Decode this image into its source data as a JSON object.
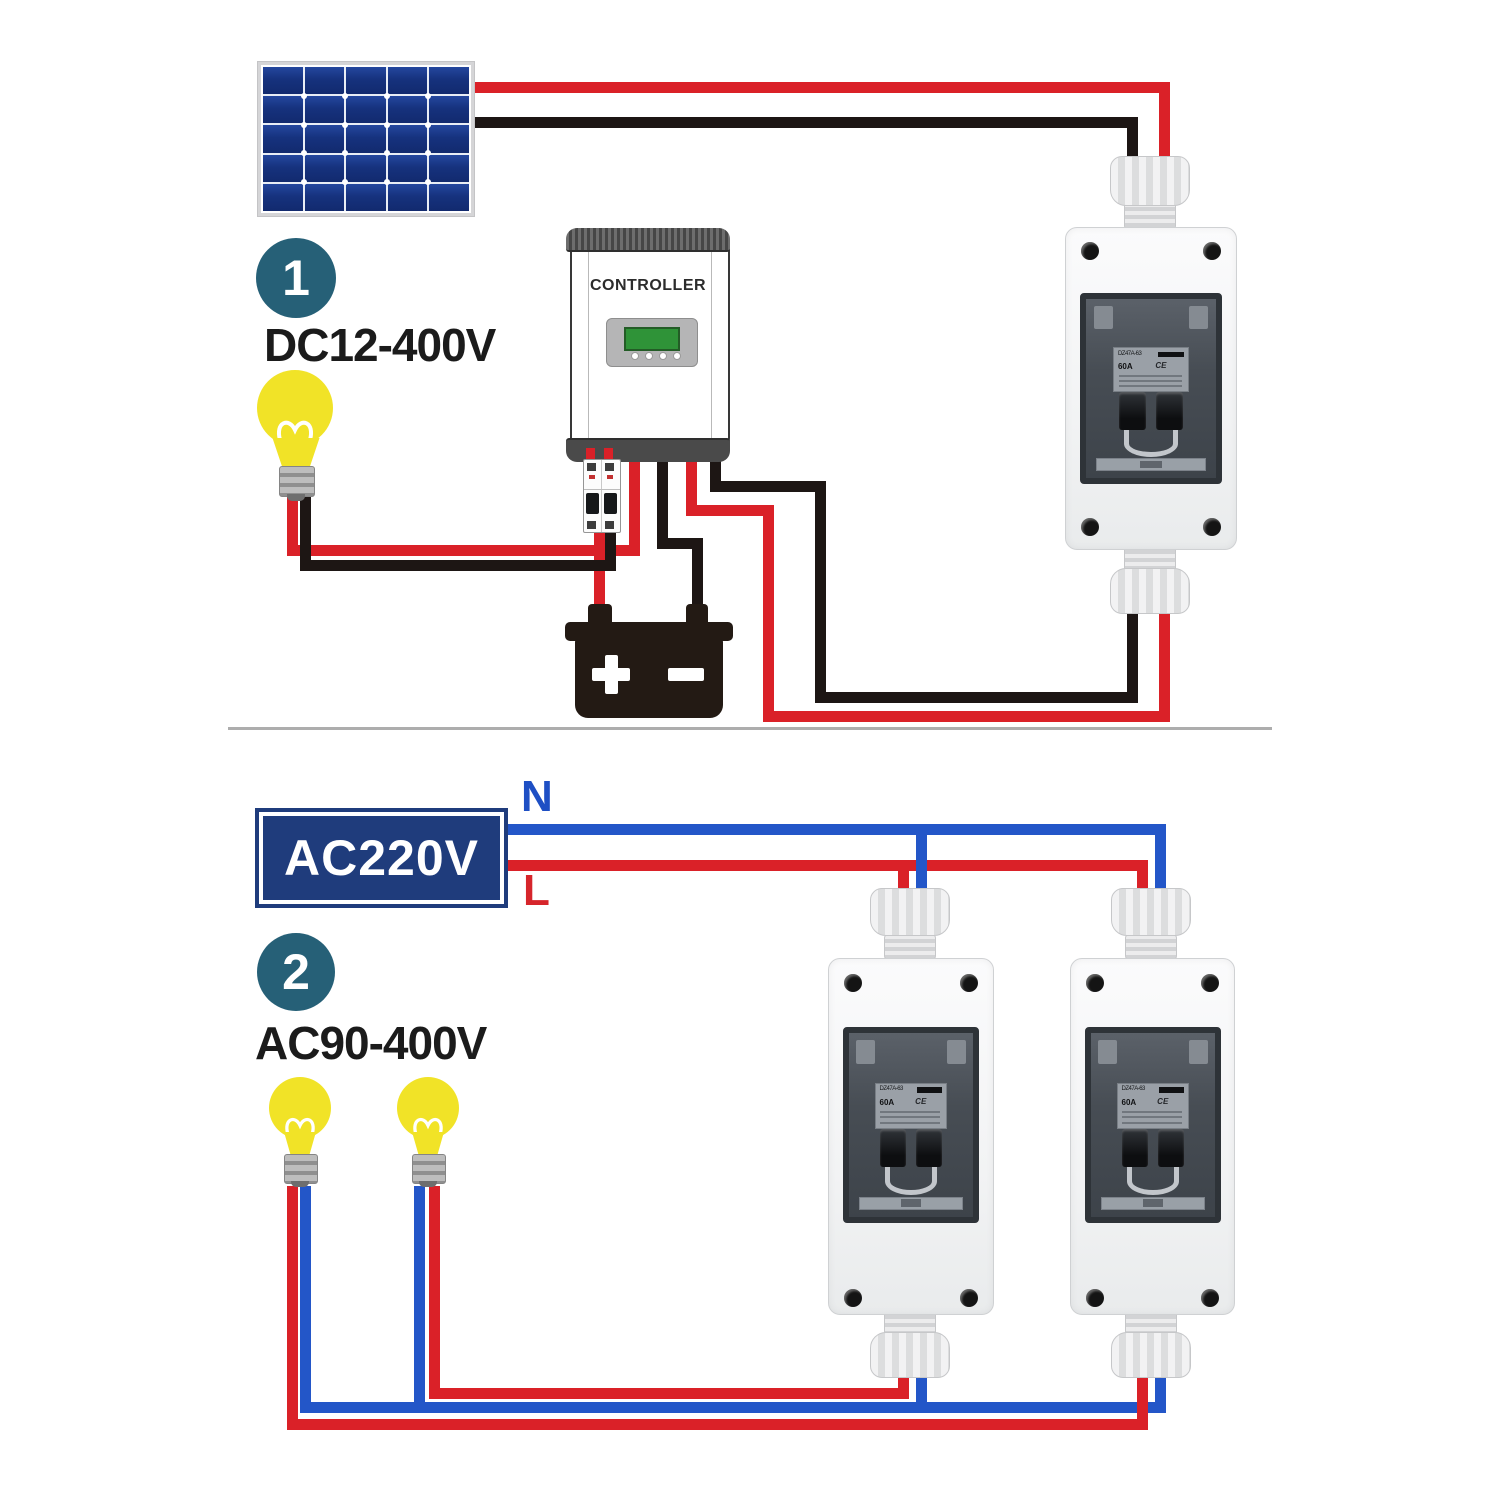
{
  "diagram": {
    "steps": [
      {
        "number": "1",
        "voltage": "DC12-400V"
      },
      {
        "number": "2",
        "voltage": "AC90-400V"
      }
    ],
    "controller": {
      "label": "CONTROLLER"
    },
    "ac_source": {
      "label": "AC220V",
      "neutral": "N",
      "line": "L"
    },
    "battery": {
      "positive": "+",
      "negative": "-"
    },
    "breaker": {
      "model": "DZ47A-63",
      "rating": "60A",
      "cert": "CE"
    }
  },
  "colors": {
    "c-red": "#da2128",
    "c-black": "#1d1614",
    "c-blue": "#2356c8",
    "c-teal": "#266077",
    "c-navy": "#1f3c7c",
    "c-yellow": "#f1e327",
    "c-panel": "#16327e"
  }
}
